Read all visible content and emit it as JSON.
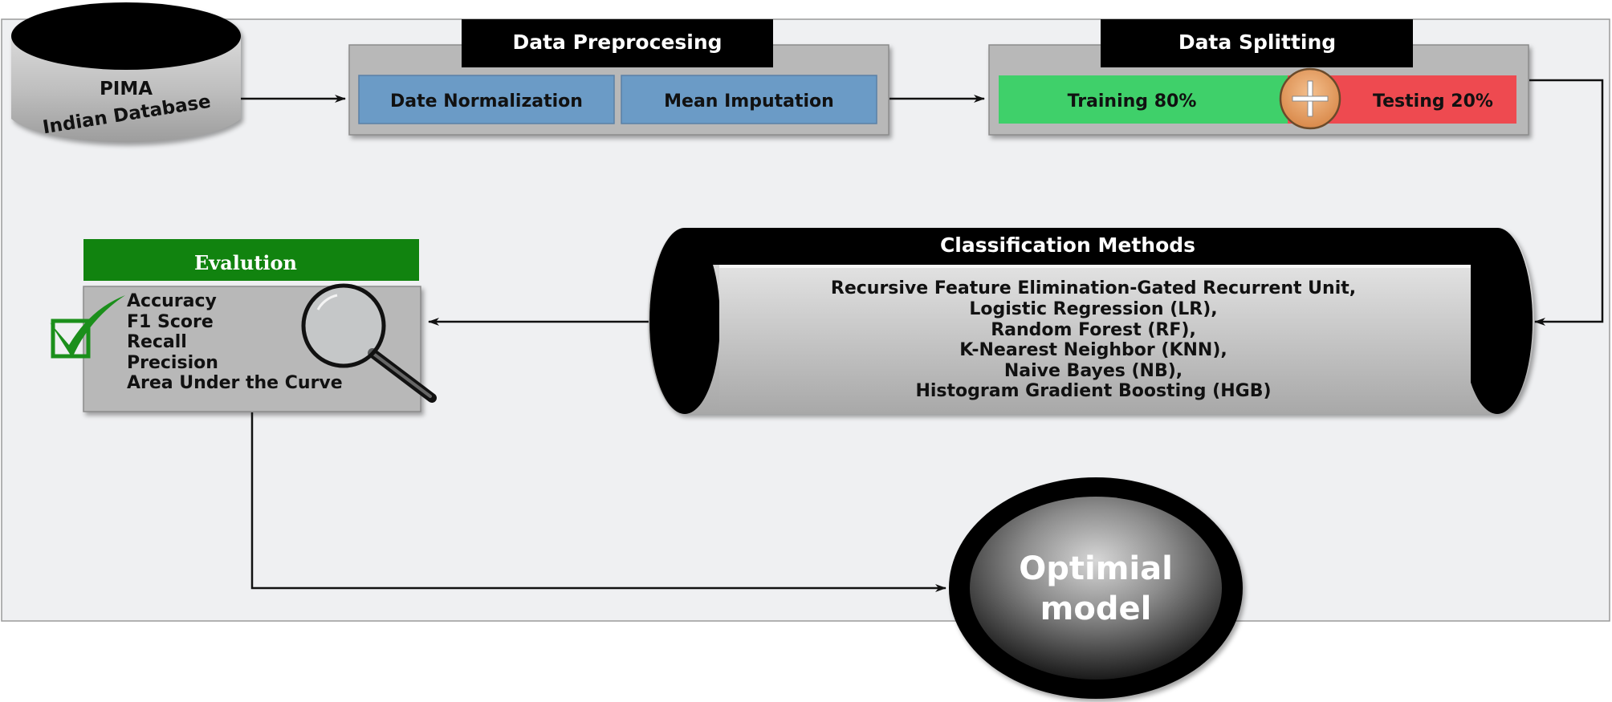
{
  "source": {
    "line1": "PIMA",
    "line2": "Indian Database"
  },
  "preprocessing": {
    "title": "Data Preprocesing",
    "steps": [
      "Date Normalization",
      "Mean Imputation"
    ]
  },
  "splitting": {
    "title": "Data Splitting",
    "training": "Training 80%",
    "testing": "Testing 20%"
  },
  "classification": {
    "title": "Classification Methods",
    "methods": [
      "Recursive Feature Elimination-Gated Recurrent Unit,",
      "Logistic Regression (LR),",
      "Random Forest (RF),",
      "K-Nearest Neighbor (KNN),",
      "Naive Bayes (NB),",
      "Histogram Gradient Boosting (HGB)"
    ]
  },
  "evaluation": {
    "title": "Evalution",
    "metrics": [
      "Accuracy",
      "F1 Score",
      "Recall",
      "Precision",
      "Area Under the Curve"
    ]
  },
  "result": {
    "line1": "Optimial",
    "line2": "model"
  },
  "colors": {
    "panel_bg": "#eff0f2",
    "box_gray": "#b5b5b5",
    "step_blue": "#6b9bc6",
    "train_green": "#3fd06a",
    "test_red": "#ee4a50",
    "plus_orange": "#e9a66a",
    "eval_green": "#11830f",
    "title_black": "#000000"
  }
}
